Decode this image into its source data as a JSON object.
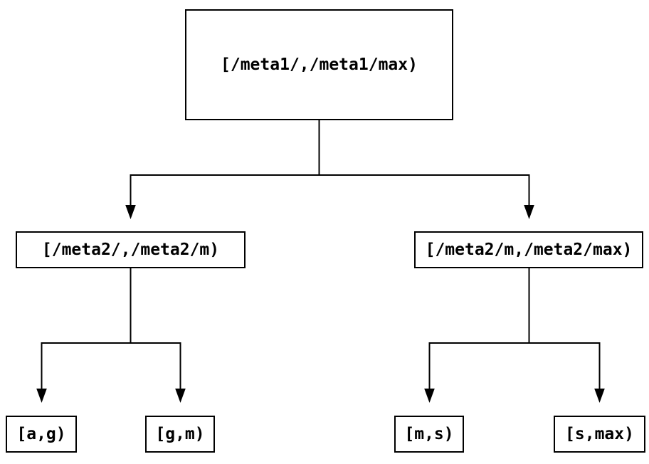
{
  "diagram": {
    "type": "tree",
    "background_color": "#ffffff",
    "line_color": "#000000",
    "text_color": "#000000",
    "nodes": {
      "root": {
        "label": "[/meta1/,/meta1/max)"
      },
      "mid_left": {
        "label": "[/meta2/,/meta2/m)"
      },
      "mid_right": {
        "label": "[/meta2/m,/meta2/max)"
      },
      "leaf_ag": {
        "label": "[a,g)"
      },
      "leaf_gm": {
        "label": "[g,m)"
      },
      "leaf_ms": {
        "label": "[m,s)"
      },
      "leaf_smax": {
        "label": "[s,max)"
      }
    },
    "edges": [
      {
        "from": "root",
        "to": "mid_left"
      },
      {
        "from": "root",
        "to": "mid_right"
      },
      {
        "from": "mid_left",
        "to": "leaf_ag"
      },
      {
        "from": "mid_left",
        "to": "leaf_gm"
      },
      {
        "from": "mid_right",
        "to": "leaf_ms"
      },
      {
        "from": "mid_right",
        "to": "leaf_smax"
      }
    ]
  }
}
